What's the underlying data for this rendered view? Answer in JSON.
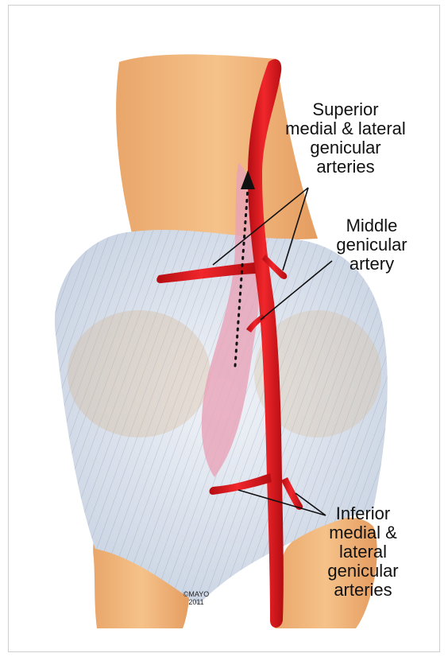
{
  "labels": {
    "superior": [
      "Superior",
      "medial & lateral",
      "genicular",
      "arteries"
    ],
    "middle": [
      "Middle",
      "genicular",
      "artery"
    ],
    "inferior": [
      "Inferior",
      "medial &",
      "lateral",
      "genicular",
      "arteries"
    ]
  },
  "copyright": [
    "©MAYO",
    "2011"
  ],
  "colors": {
    "bone": "#f0b77a",
    "bone_shade": "#e3a060",
    "capsule": "#dfe6ef",
    "fibers": "#5b6a80",
    "artery": "#e0141a",
    "artery_dark": "#a80c10",
    "graft": "#e9a3b8",
    "leader": "#111111"
  }
}
